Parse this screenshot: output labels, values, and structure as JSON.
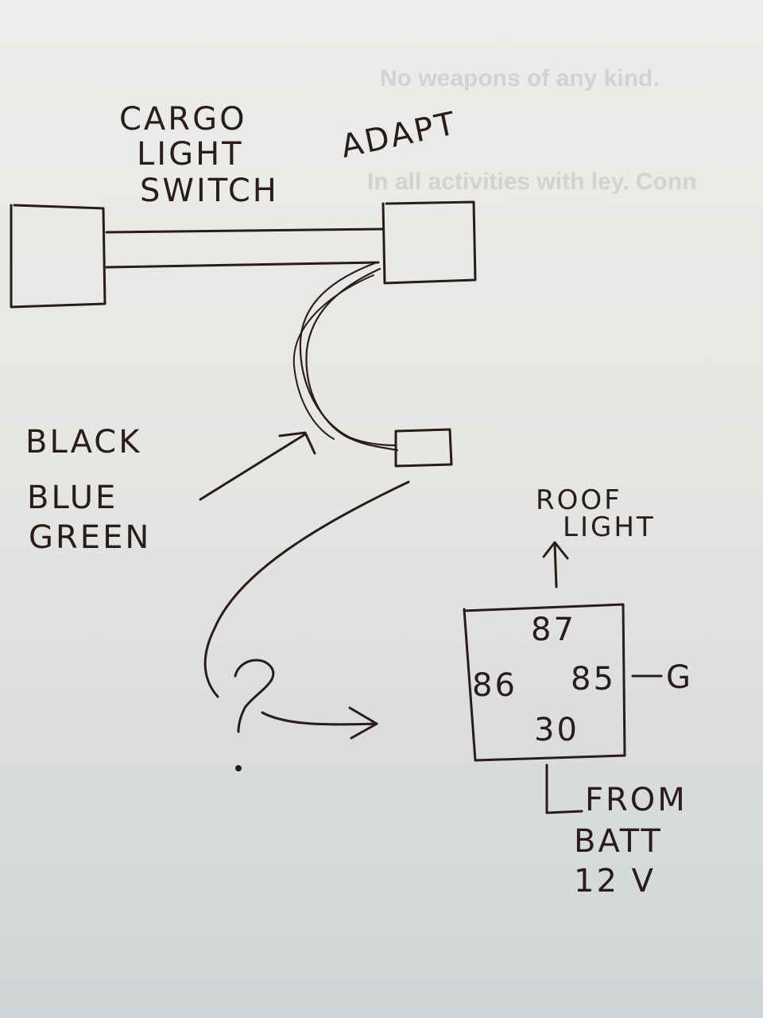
{
  "show_through": {
    "line1": "No weapons of any kind.",
    "line2": "In all activities with ley. Conn"
  },
  "title": {
    "line1": "CARGO",
    "line2": "LIGHT",
    "line3": "SWITCH"
  },
  "adapter_label": "ADAPT",
  "wire_colors": [
    "BLACK",
    "BLUE",
    "GREEN"
  ],
  "question_mark": "?",
  "roof_light": {
    "line1": "ROOF",
    "line2": "LIGHT",
    "arrow": "↑"
  },
  "relay": {
    "pin_top": "87",
    "pin_left": "86",
    "pin_right": "85",
    "pin_bottom": "30",
    "ground_label": "G"
  },
  "battery_label": {
    "line1": "FROM",
    "line2": "BATT",
    "line3": "12 V"
  },
  "colors": {
    "ink": "#2a1c1c",
    "paper": "#e8e8e6"
  }
}
